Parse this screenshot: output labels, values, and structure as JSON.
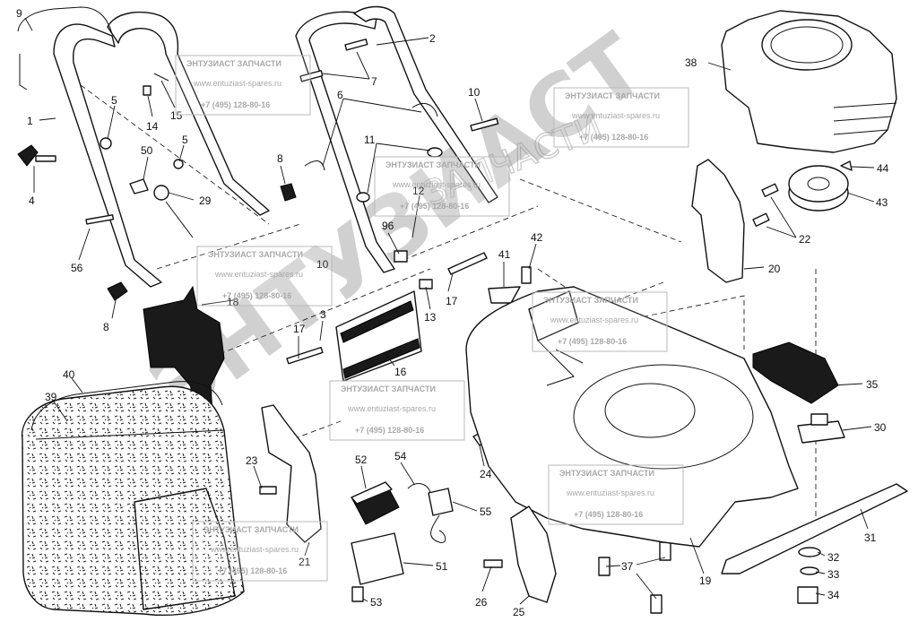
{
  "watermark": {
    "name": "ЭНТУЗИАСТ ЗАПЧАСТИ",
    "url": "www.entuziast-spares.ru",
    "phone": "+7 (495) 128-80-16",
    "big_text": "ЭНТУЗИАСТ",
    "arc_text": "ЗАПЧАСТИ"
  },
  "callouts": [
    "9",
    "2",
    "1",
    "7",
    "5",
    "14",
    "15",
    "10",
    "38",
    "6",
    "11",
    "50",
    "5",
    "44",
    "43",
    "8",
    "29",
    "4",
    "12",
    "96",
    "22",
    "42",
    "56",
    "10",
    "41",
    "20",
    "17",
    "13",
    "18",
    "8",
    "17",
    "3",
    "16",
    "40",
    "39",
    "35",
    "30",
    "23",
    "52",
    "54",
    "24",
    "55",
    "31",
    "21",
    "32",
    "51",
    "37",
    "26",
    "33",
    "53",
    "25",
    "19",
    "34"
  ]
}
